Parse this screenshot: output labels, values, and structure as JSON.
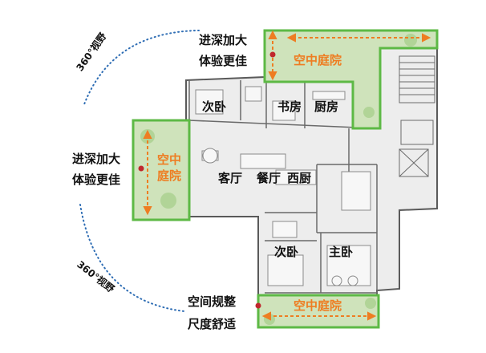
{
  "colors": {
    "garden_fill": "#cfe3bb",
    "garden_stroke": "#5db945",
    "accent_orange": "#ee7d22",
    "marker_red": "#c0272d",
    "arc_dotted": "#2e6db4",
    "wall": "#5a5a5a",
    "floor": "#ededed"
  },
  "annotations": {
    "top_right": {
      "line1": "进深加大",
      "line2": "体验更佳"
    },
    "left": {
      "line1": "进深加大",
      "line2": "体验更佳"
    },
    "bottom": {
      "line1": "空间规整",
      "line2": "尺度舒适"
    }
  },
  "view_labels": {
    "top": "360°视野",
    "bottom": "360°视野"
  },
  "gardens": {
    "top": "空中庭院",
    "left_line1": "空中",
    "left_line2": "庭院",
    "bottom": "空中庭院"
  },
  "rooms": {
    "bedroom_top": "次卧",
    "study": "书房",
    "kitchen": "厨房",
    "living": "客厅",
    "dining": "餐厅",
    "west_kitchen": "西厨",
    "bedroom_bottom": "次卧",
    "master": "主卧"
  }
}
